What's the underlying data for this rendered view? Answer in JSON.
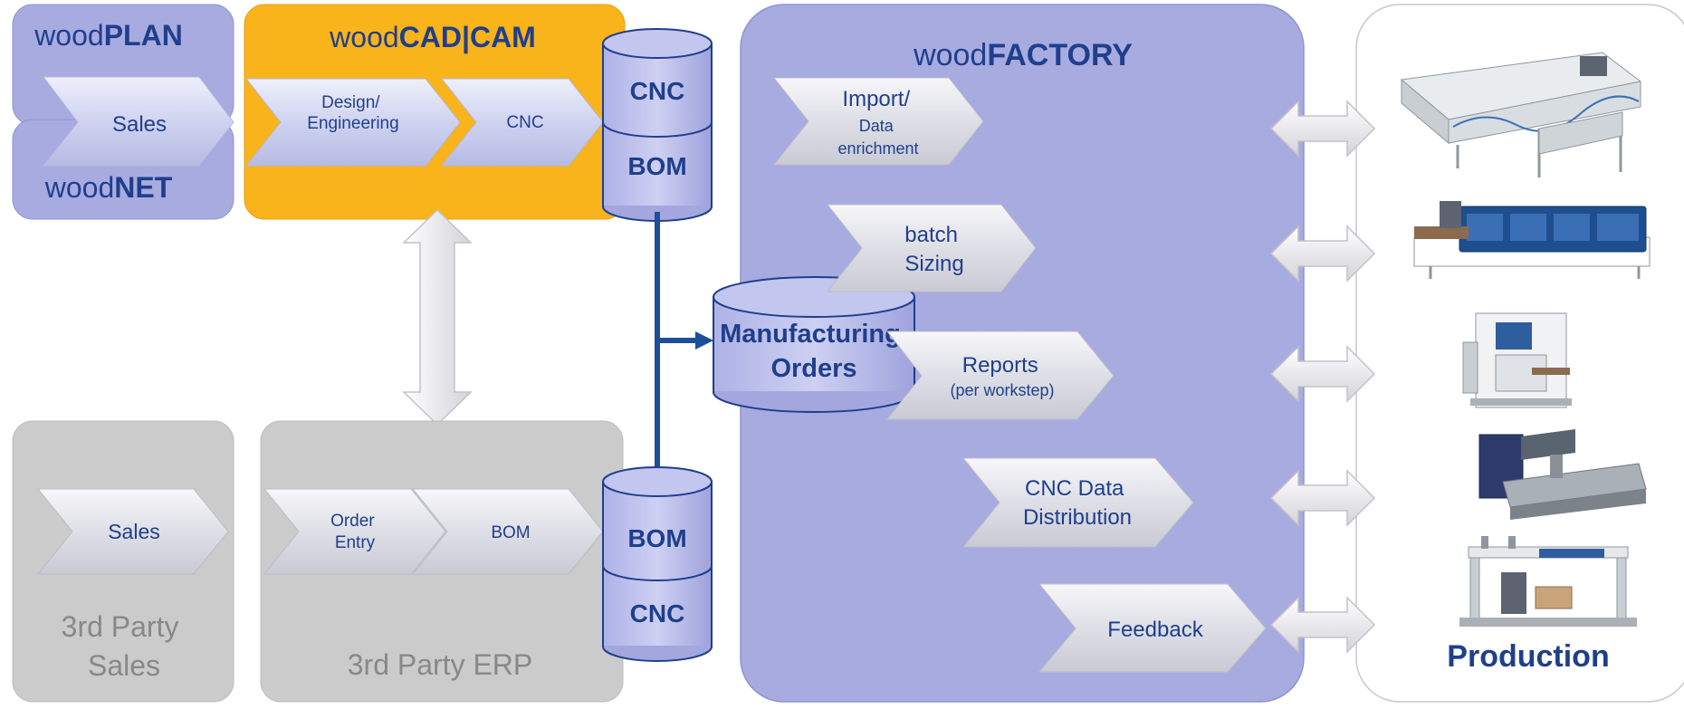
{
  "woodplan": {
    "prefix": "wood",
    "bold": "PLAN",
    "chevron": "Sales"
  },
  "woodnet": {
    "prefix": "wood",
    "bold": "NET"
  },
  "woodcadcam": {
    "prefix": "wood",
    "bold": "CAD|CAM",
    "chevron1_line1": "Design/",
    "chevron1_line2": "Engineering",
    "chevron2": "CNC"
  },
  "db_top": {
    "upper": "CNC",
    "lower": "BOM"
  },
  "db_bottom": {
    "upper": "BOM",
    "lower": "CNC"
  },
  "third_party_sales": {
    "chevron": "Sales",
    "title_line1": "3rd Party",
    "title_line2": "Sales"
  },
  "third_party_erp": {
    "chevron1_line1": "Order",
    "chevron1_line2": "Entry",
    "chevron2": "BOM",
    "title": "3rd Party ERP"
  },
  "manufacturing_orders": {
    "line1": "Manufacturing",
    "line2": "Orders"
  },
  "woodfactory": {
    "prefix": "wood",
    "bold": "FACTORY",
    "steps": [
      {
        "line1": "Import/",
        "line2": "Data",
        "line3": "enrichment"
      },
      {
        "line1": "batch",
        "line2": "Sizing"
      },
      {
        "line1": "Reports",
        "line2": "(per workstep)"
      },
      {
        "line1": "CNC Data",
        "line2": "Distribution"
      },
      {
        "line1": "Feedback"
      }
    ]
  },
  "production": {
    "title": "Production",
    "machines": [
      "panel-saw-machine",
      "edgebander-machine",
      "drilling-machine",
      "cnc-router-machine",
      "cnc-machining-center"
    ]
  },
  "colors": {
    "lavender": "#a8abe0",
    "lavender_dark": "#8f93d2",
    "orange": "#f9b31b",
    "gray_panel": "#cbcbcb",
    "navy_text": "#1f3f8c",
    "chevron_fill": "#e3e3e8",
    "connector": "#1d4e9a"
  }
}
